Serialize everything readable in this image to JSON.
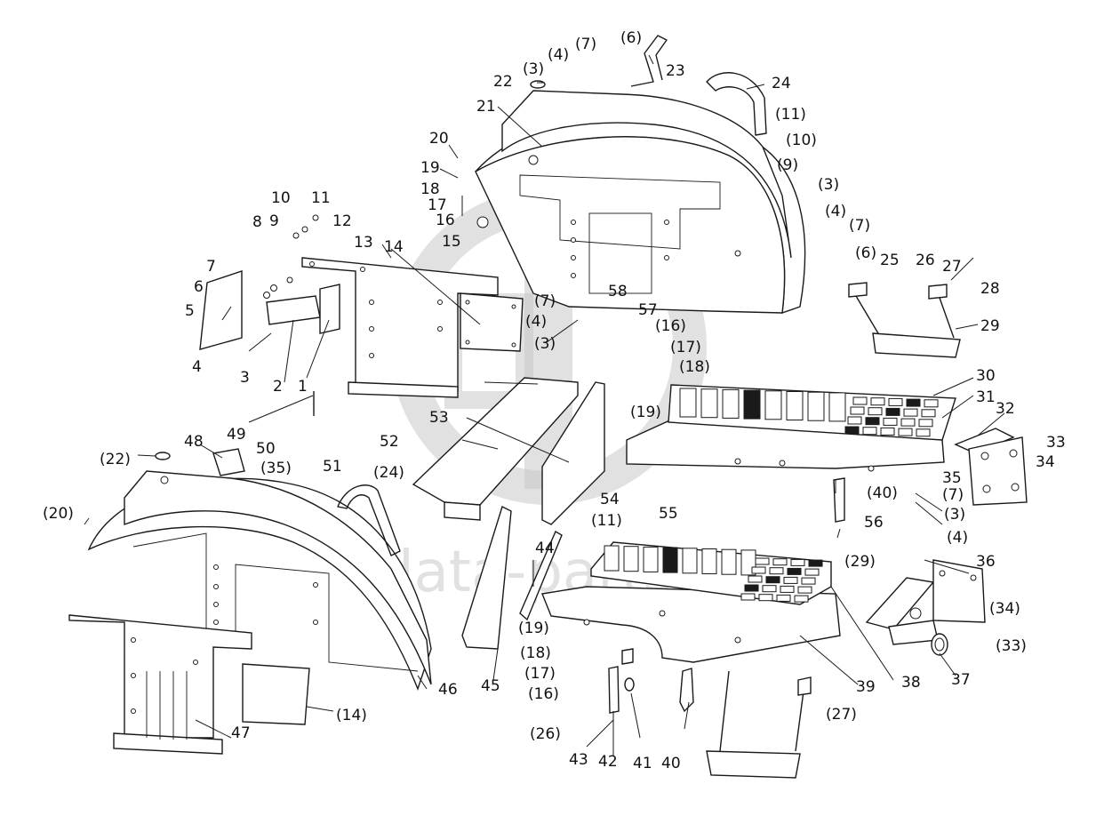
{
  "watermark": {
    "text": "data-parts",
    "color": "#c9c9c9"
  },
  "callouts": [
    "1",
    "2",
    "3",
    "4",
    "5",
    "6",
    "7",
    "8",
    "9",
    "10",
    "11",
    "12",
    "13",
    "14",
    "15",
    "16",
    "17",
    "18",
    "19",
    "20",
    "21",
    "22",
    "23",
    "24",
    "25",
    "26",
    "27",
    "28",
    "29",
    "30",
    "31",
    "32",
    "33",
    "34",
    "35",
    "36",
    "37",
    "38",
    "39",
    "40",
    "41",
    "42",
    "43",
    "44",
    "45",
    "46",
    "47",
    "48",
    "49",
    "50",
    "51",
    "52",
    "53",
    "54",
    "55",
    "56",
    "57",
    "58",
    "(3)",
    "(4)",
    "(6)",
    "(7)",
    "(9)",
    "(10)",
    "(11)",
    "(14)",
    "(16)",
    "(17)",
    "(18)",
    "(19)",
    "(20)",
    "(22)",
    "(24)",
    "(26)",
    "(27)",
    "(29)",
    "(33)",
    "(34)",
    "(35)",
    "(40)"
  ]
}
